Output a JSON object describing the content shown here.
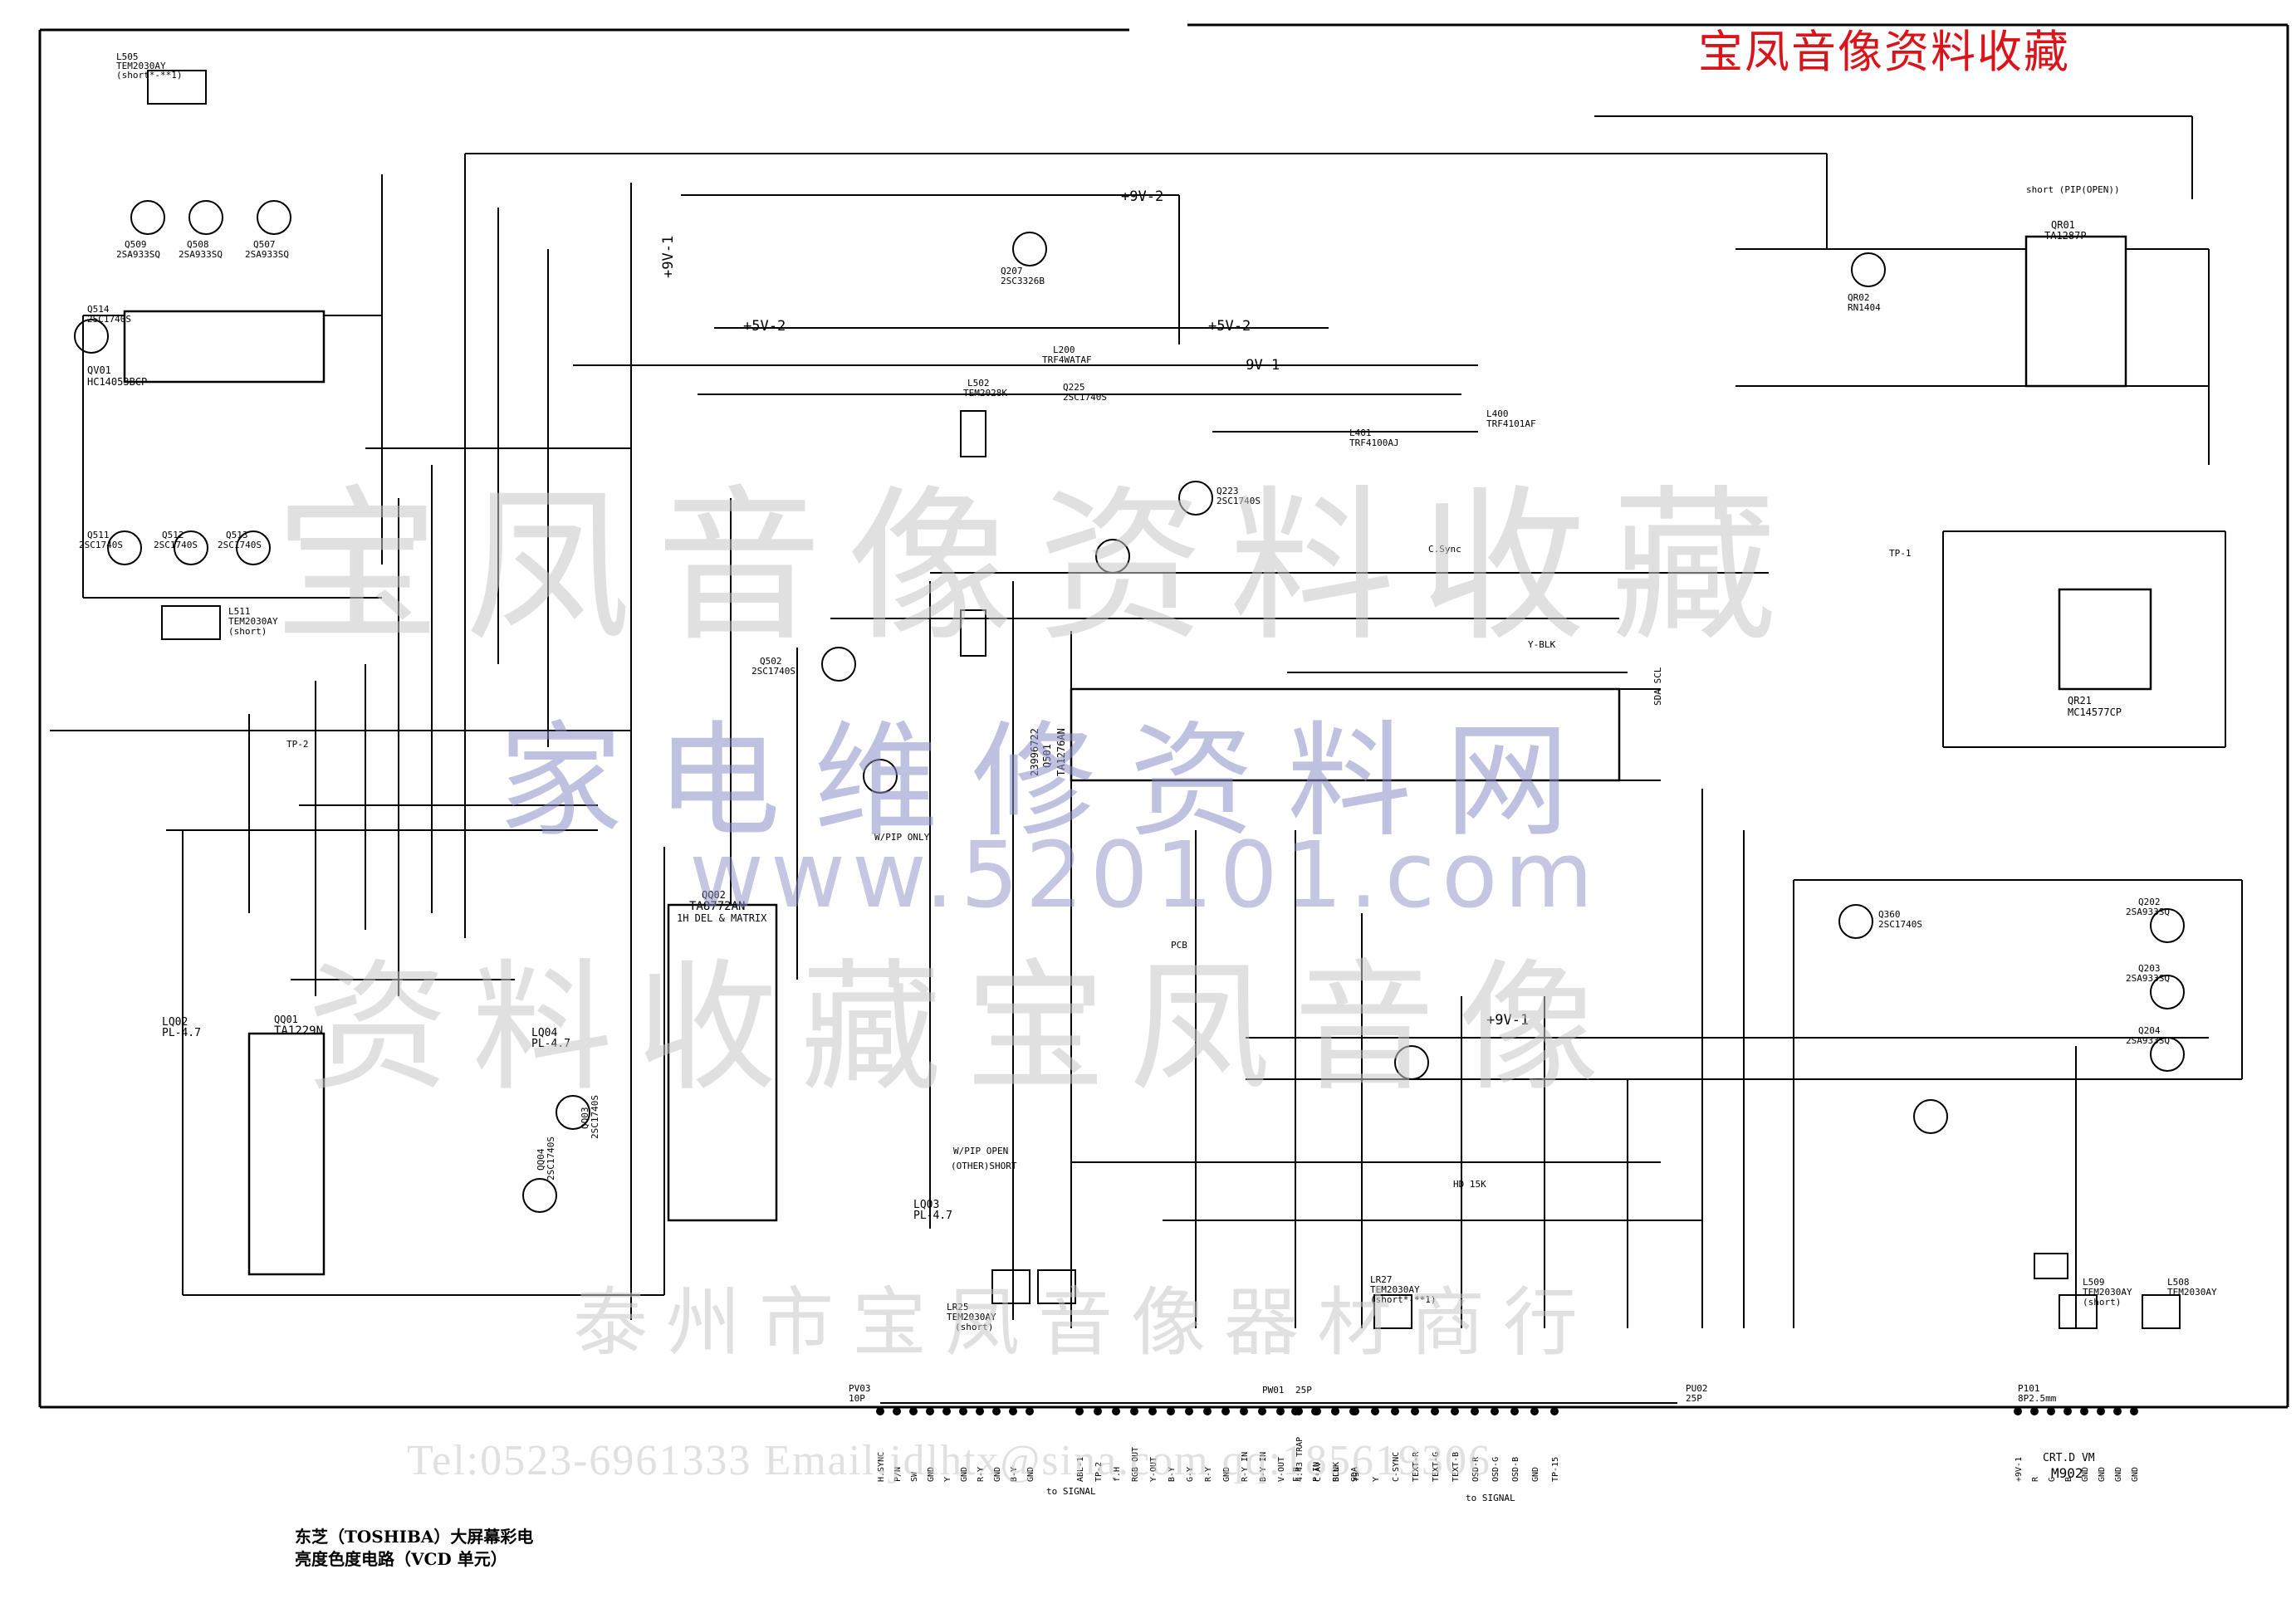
{
  "stamp": "宝凤音像资料收藏",
  "watermarks": {
    "cn_top": "宝凤音像资料收藏",
    "site": "家电维修资料网",
    "url": "www.520101.com",
    "cn_mid": "资料收藏宝凤音像",
    "shop": "泰州市宝凤音像器材商行",
    "contact": "Tel:0523-6961333  Email:jdlhtx@sina.com  qq:185619306"
  },
  "caption": {
    "line1": "东芝（TOSHIBA）大屏幕彩电",
    "line2": "亮度色度电路（VCD 单元）"
  },
  "ics": [
    {
      "ref": "QV01",
      "part": "HC14053BCP"
    },
    {
      "ref": "QQ01",
      "part": "TA1229N"
    },
    {
      "ref": "QQ02",
      "part": "TA8772AN",
      "desc": "1H DEL & MATRIX"
    },
    {
      "ref": "Q501",
      "part": "TA1276AN",
      "code": "23996722"
    },
    {
      "ref": "QR01",
      "part": "TA1287P"
    },
    {
      "ref": "QR21",
      "part": "MC14577CP"
    }
  ],
  "transistors": [
    {
      "ref": "Q509",
      "part": "2SA933SQ"
    },
    {
      "ref": "Q508",
      "part": "2SA933SQ"
    },
    {
      "ref": "Q507",
      "part": "2SA933SQ"
    },
    {
      "ref": "Q514",
      "part": "2SC1740S"
    },
    {
      "ref": "Q511",
      "part": "2SC1740S"
    },
    {
      "ref": "Q512",
      "part": "2SC1740S"
    },
    {
      "ref": "Q513",
      "part": "2SC1740S"
    },
    {
      "ref": "Q207",
      "part": "2SC3326B"
    },
    {
      "ref": "Q225",
      "part": "2SC1740S"
    },
    {
      "ref": "Q223",
      "part": "2SC1740S"
    },
    {
      "ref": "Q502",
      "part": "2SC1740S"
    },
    {
      "ref": "Q360",
      "part": "2SC1740S"
    },
    {
      "ref": "Q202",
      "part": "2SA933SQ"
    },
    {
      "ref": "Q203",
      "part": "2SA933SQ"
    },
    {
      "ref": "Q204",
      "part": "2SA933SQ"
    },
    {
      "ref": "QR02",
      "part": "RN1404"
    },
    {
      "ref": "QQ03",
      "part": "2SC1740S"
    },
    {
      "ref": "QQ04",
      "part": "2SC1740S"
    }
  ],
  "coils": [
    {
      "ref": "L505",
      "part": "TEM2030AY",
      "note": "(short*-**1)"
    },
    {
      "ref": "L511",
      "part": "TEM2030AY",
      "note": "(short)"
    },
    {
      "ref": "L502",
      "part": "TEM2028K"
    },
    {
      "ref": "L401",
      "part": "TRF4100AJ"
    },
    {
      "ref": "L400",
      "part": "TRF4101AF"
    },
    {
      "ref": "L200",
      "part": "TRF4WATAF"
    },
    {
      "ref": "LQ02",
      "part": "PL-4.7"
    },
    {
      "ref": "LQ04",
      "part": "PL-4.7"
    },
    {
      "ref": "LQ03",
      "part": "PL-4.7"
    },
    {
      "ref": "LR25",
      "part": "TEM2030AY",
      "note": "(short)"
    },
    {
      "ref": "LR27",
      "part": "TEM2030AY",
      "note": "(short*-**1)"
    },
    {
      "ref": "L509",
      "part": "TEM2030AY",
      "note": "(short)"
    },
    {
      "ref": "L508",
      "part": "TEM2030AY"
    }
  ],
  "rails": [
    "+9V-1",
    "+9V-2",
    "+5V-2",
    "-9V-1",
    "+5V-2",
    "+9V-1"
  ],
  "connectors": [
    {
      "ref": "PV03",
      "pins": "10P",
      "pin_names": [
        "H.SYNC",
        "P/N",
        "SW",
        "GND",
        "Y",
        "GND",
        "R-Y",
        "GND",
        "B-Y",
        "GND"
      ],
      "to": ""
    },
    {
      "ref": "PW01",
      "pins": "25P",
      "pin_names": [
        "ABL-1",
        "TP-2",
        "f.H",
        "RGB OUT",
        "Y-OUT",
        "B-Y",
        "G-Y",
        "R-Y",
        "GND",
        "R-Y IN",
        "B-Y IN",
        "V-OUT",
        "4.43 TRAP",
        "C-AV",
        "SCL",
        "SDA"
      ],
      "to": "to SIGNAL"
    },
    {
      "ref": "PU02",
      "pins": "25P",
      "pin_names": [
        "F.B",
        "P-IN",
        "BLNK",
        "YS",
        "Y",
        "C-SYNC",
        "TEXT-R",
        "TEXT-G",
        "TEXT-B",
        "OSD-R",
        "OSD-G",
        "OSD-B",
        "GND",
        "TP-15"
      ],
      "to": "to SIGNAL"
    },
    {
      "ref": "P101",
      "pins": "8P2.5mm",
      "pin_names": [
        "+9V-1",
        "R",
        "G",
        "B",
        "GND",
        "GND",
        "GND",
        "GND"
      ],
      "to": "CRT.D VM",
      "board": "M902"
    }
  ],
  "notes": [
    "short (PIP(OPEN))",
    "W/PIP ONLY",
    "W/PIP OPEN",
    "(OTHER)SHORT",
    "PCB",
    "HD 15K",
    "C.Sync",
    "Y-BLK",
    "SDA SCL"
  ],
  "sheet_markers": [
    "TP-2",
    "TP-1"
  ]
}
